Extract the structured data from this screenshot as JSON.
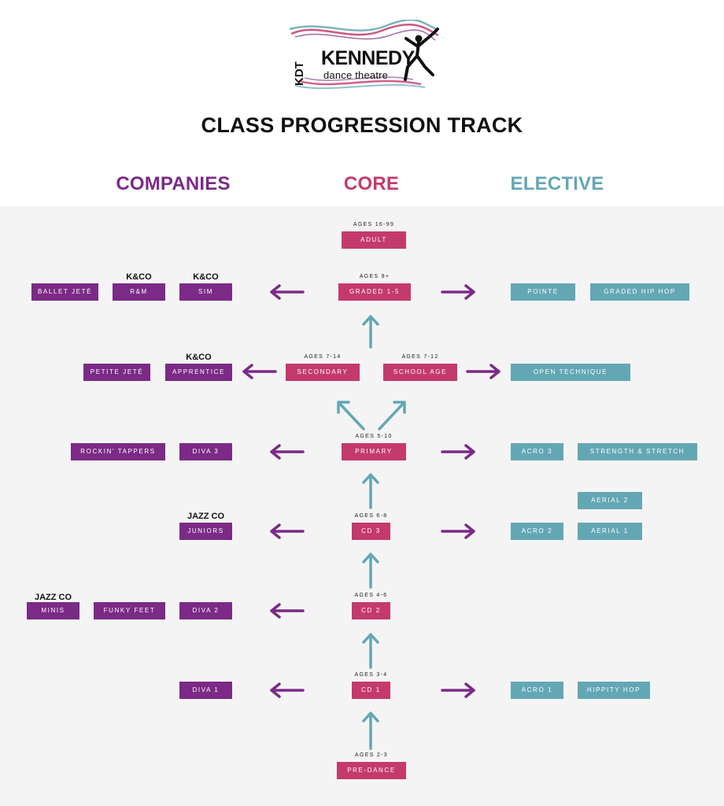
{
  "logo": {
    "name": "KENNEDY",
    "subtitle": "dance theatre",
    "initials": "KDT"
  },
  "page_title": "CLASS PROGRESSION TRACK",
  "columns": {
    "companies": "COMPANIES",
    "core": "CORE",
    "elective": "ELECTIVE"
  },
  "colors": {
    "companies": "#7b2a86",
    "core": "#c43a6c",
    "elective": "#64a7b4",
    "background": "#f4f4f4"
  },
  "core": {
    "adult": {
      "age": "AGES 16-99",
      "label": "ADULT"
    },
    "graded": {
      "age": "AGES 9+",
      "label": "GRADED 1-5"
    },
    "secondary": {
      "age": "AGES 7-14",
      "label": "SECONDARY"
    },
    "school_age": {
      "age": "AGES 7-12",
      "label": "SCHOOL AGE"
    },
    "primary": {
      "age": "AGES 5-10",
      "label": "PRIMARY"
    },
    "cd3": {
      "age": "AGES 6-8",
      "label": "CD 3"
    },
    "cd2": {
      "age": "AGES 4-6",
      "label": "CD 2"
    },
    "cd1": {
      "age": "AGES 3-4",
      "label": "CD 1"
    },
    "pre_dance": {
      "age": "AGES 2-3",
      "label": "PRE-DANCE"
    }
  },
  "companies": {
    "ballet_jete": "BALLET JETÉ",
    "rm_group": "K&CO",
    "rm": "R&M",
    "sim_group": "K&CO",
    "sim": "SIM",
    "petite_jete": "PETITE JETÉ",
    "apprentice_group": "K&CO",
    "apprentice": "APPRENTICE",
    "rockin_tappers": "ROCKIN' TAPPERS",
    "diva3": "DIVA 3",
    "juniors_group": "JAZZ CO",
    "juniors": "JUNIORS",
    "minis_group": "JAZZ CO",
    "minis": "MINIS",
    "funky_feet": "FUNKY FEET",
    "diva2": "DIVA 2",
    "diva1": "DIVA 1"
  },
  "elective": {
    "pointe": "POINTE",
    "graded_hip_hop": "GRADED HIP HOP",
    "open_technique": "OPEN TECHNIQUE",
    "acro3": "ACRO 3",
    "strength_stretch": "STRENGTH & STRETCH",
    "aerial2": "AERIAL 2",
    "acro2": "ACRO 2",
    "aerial1": "AERIAL 1",
    "acro1": "ACRO 1",
    "hippity_hop": "HIPPITY HOP"
  }
}
